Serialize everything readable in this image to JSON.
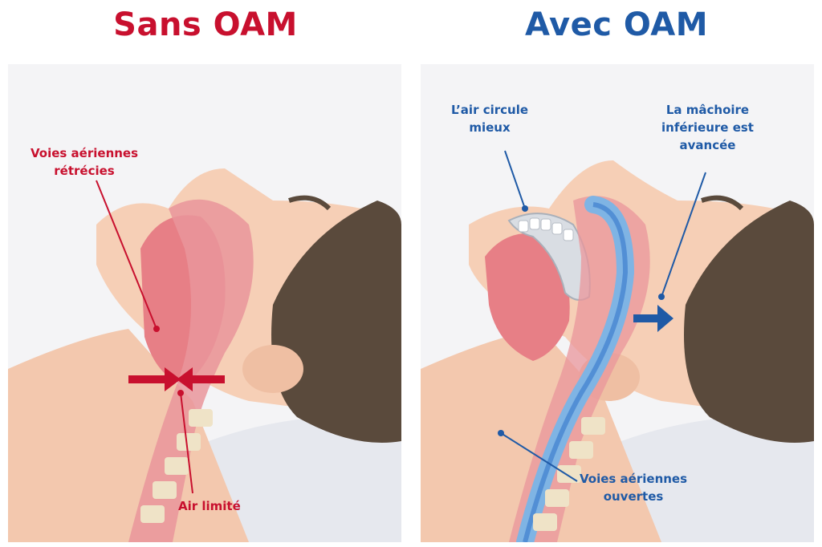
{
  "titles": {
    "left": "Sans OAM",
    "right": "Avec OAM"
  },
  "labels": {
    "left_narrowed": [
      "Voies aériennes",
      "rétrécies"
    ],
    "left_limited": "Air limité",
    "right_air": [
      "L’air circule",
      "mieux"
    ],
    "right_jaw": [
      "La mâchoire",
      "inférieure est",
      "avancée"
    ],
    "right_open": [
      "Voies aériennes",
      "ouvertes"
    ]
  },
  "colors": {
    "left_accent": "#c8102e",
    "right_accent": "#1f5aa6",
    "skin": "#f6cfb6",
    "hair": "#5a4a3c",
    "tissue": "#e77f86",
    "airflow": "#7fb4e4"
  }
}
